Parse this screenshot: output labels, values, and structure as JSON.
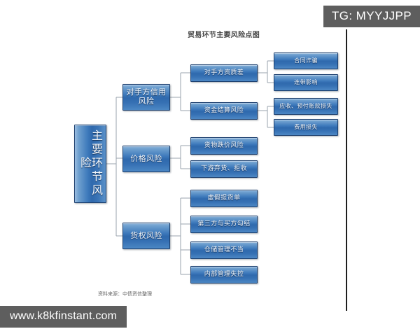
{
  "diagram": {
    "title": "贸易环节主要风险点图",
    "source_note": "资料来源：中债资信整理",
    "root": {
      "label": "主要环节风险"
    },
    "branches": [
      {
        "label": "对手方信用风险",
        "children": [
          {
            "label": "对手方资质差",
            "children": [
              {
                "label": "合同诈骗"
              },
              {
                "label": "连带影响"
              }
            ]
          },
          {
            "label": "资金结算风险",
            "children": [
              {
                "label": "应收、预付账款损失"
              },
              {
                "label": "费用损失"
              }
            ]
          }
        ]
      },
      {
        "label": "价格风险",
        "children": [
          {
            "label": "货物跌价风险",
            "children": []
          },
          {
            "label": "下游弃货、拒收",
            "children": []
          }
        ]
      },
      {
        "label": "货权风险",
        "children": [
          {
            "label": "虚假提货单",
            "children": []
          },
          {
            "label": "第三方与买方勾结",
            "children": []
          },
          {
            "label": "仓储管理不当",
            "children": []
          },
          {
            "label": "内部管理失控",
            "children": []
          }
        ]
      }
    ]
  },
  "overlay": {
    "tg_badge": "TG: MYYJJPP",
    "url_badge": "www.k8kfinstant.com"
  },
  "colors": {
    "node_fill_top": "#6fa0cf",
    "node_fill_bottom": "#2f69ad",
    "node_border": "#1c3f6e",
    "connector": "#9aa3ad",
    "badge_bg": "#5e5e5e",
    "rule": "#1e1e1e",
    "page_bg": "#ffffff"
  }
}
